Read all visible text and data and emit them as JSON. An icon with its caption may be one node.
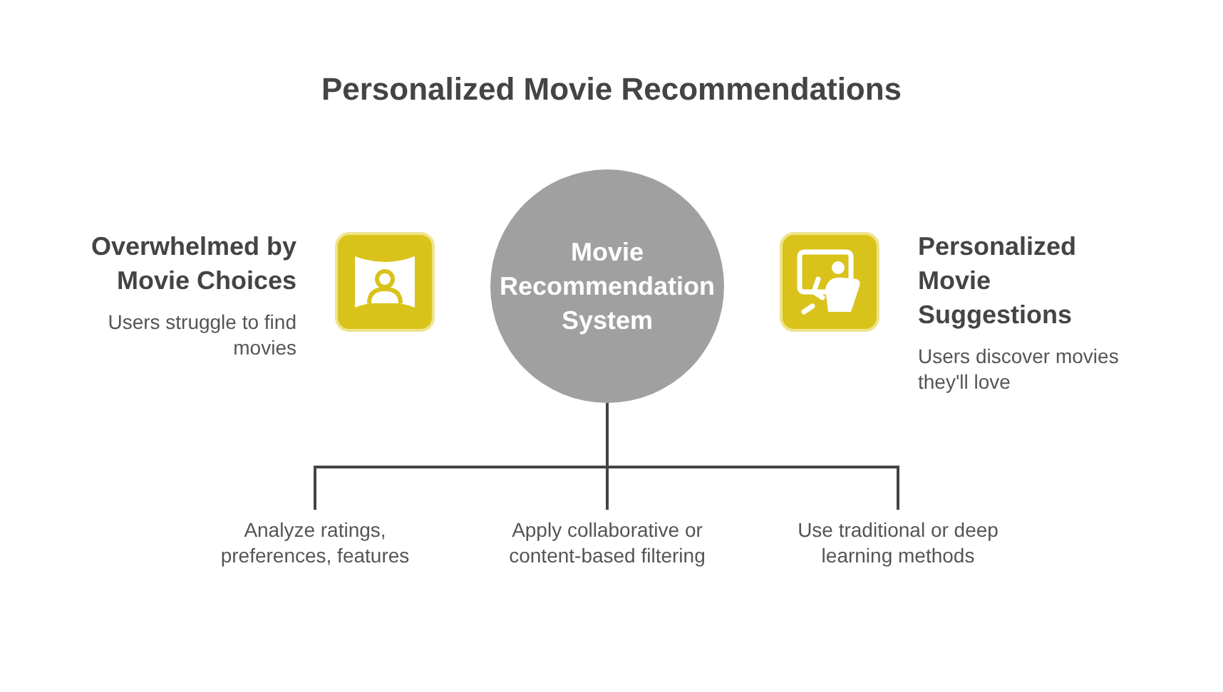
{
  "diagram": {
    "title": "Personalized Movie Recommendations",
    "nodes": [
      {
        "text": [
          "Overwhelmed by Movie Choices",
          "Users struggle to find movies"
        ]
      },
      {
        "text": [
          "Movie Recommendation System"
        ]
      },
      {
        "text": [
          "Personalized Movie Suggestions",
          "Users discover movies they'll love"
        ]
      },
      {
        "text": [
          "Analyze ratings, preferences, features"
        ]
      },
      {
        "text": [
          "Apply collaborative or content-based filtering"
        ]
      },
      {
        "text": [
          "Use traditional or deep learning methods"
        ]
      }
    ],
    "edges": [
      {
        "from": 1,
        "to": 3,
        "arrow": "none"
      },
      {
        "from": 1,
        "to": 4,
        "arrow": "none"
      },
      {
        "from": 1,
        "to": 5,
        "arrow": "none"
      }
    ]
  }
}
